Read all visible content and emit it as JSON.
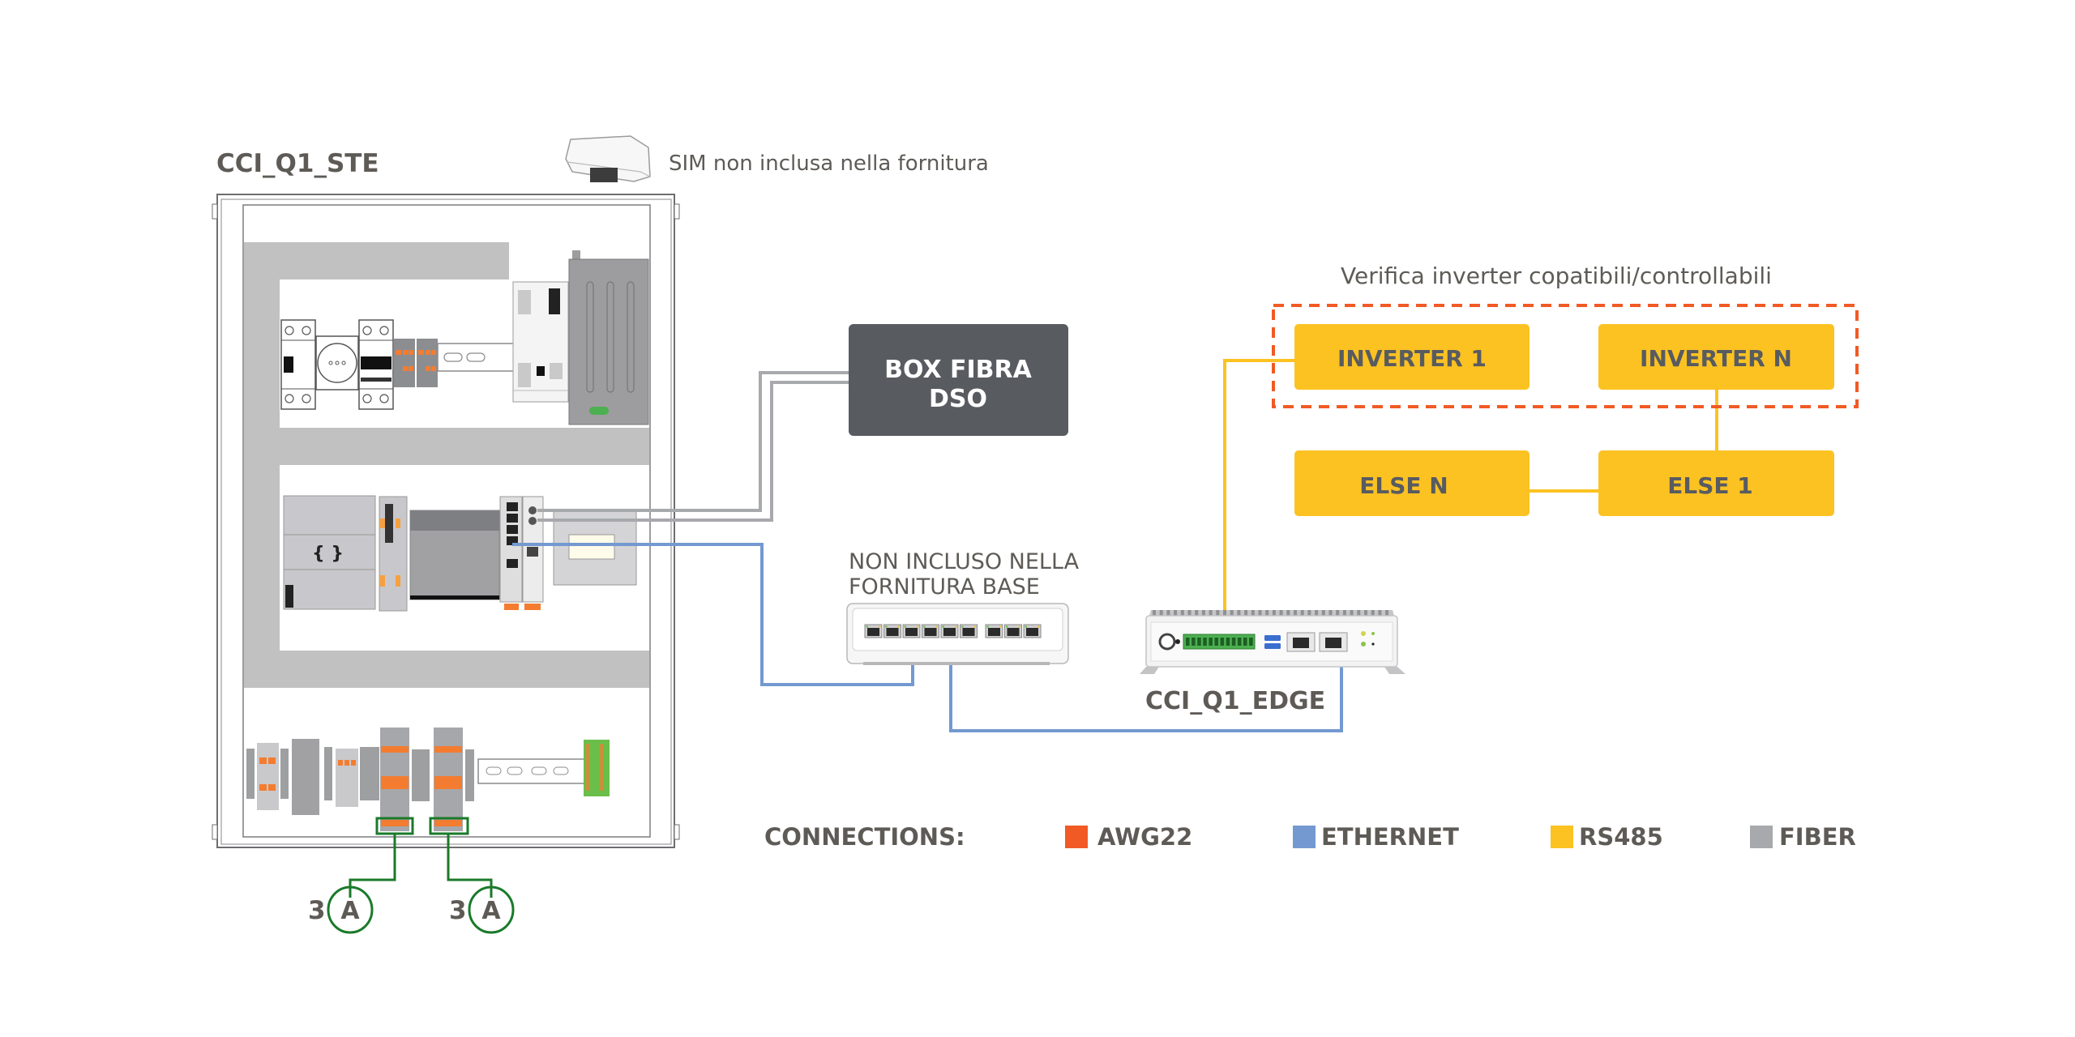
{
  "cabinet": {
    "title": "CCI_Q1_STE",
    "antenna_note": "SIM non inclusa nella fornitura",
    "current_sensors": [
      {
        "count": "3",
        "symbol": "A"
      },
      {
        "count": "3",
        "symbol": "A"
      }
    ]
  },
  "box_fibra": {
    "line1": "BOX FIBRA",
    "line2": "DSO"
  },
  "switch": {
    "note_line1": "NON INCLUSO NELLA",
    "note_line2": "FORNITURA BASE",
    "port_count": 9
  },
  "edge": {
    "label": "CCI_Q1_EDGE"
  },
  "inverters": {
    "group_title": "Verifica inverter copatibili/controllabili",
    "boxes": [
      {
        "label": "INVERTER 1"
      },
      {
        "label": "INVERTER N"
      },
      {
        "label": "ELSE N"
      },
      {
        "label": "ELSE 1"
      }
    ]
  },
  "legend": {
    "title": "CONNECTIONS:",
    "items": [
      {
        "label": "AWG22",
        "color": "#f15a24"
      },
      {
        "label": "ETHERNET",
        "color": "#7399d0"
      },
      {
        "label": "RS485",
        "color": "#fbc222"
      },
      {
        "label": "FIBER",
        "color": "#a7a9ac"
      }
    ]
  },
  "colors": {
    "text_dark": "#5e5b57",
    "box_dark": "#585b60",
    "inverter_fill": "#fbc222",
    "inverter_text": "#585b60",
    "dashed_border": "#f15a24",
    "ethernet": "#7399d0",
    "rs485": "#fbc222",
    "fiber": "#a7a9ac",
    "awg_green": "#1a7a2a",
    "panel_gray": "#c1c1c1"
  }
}
